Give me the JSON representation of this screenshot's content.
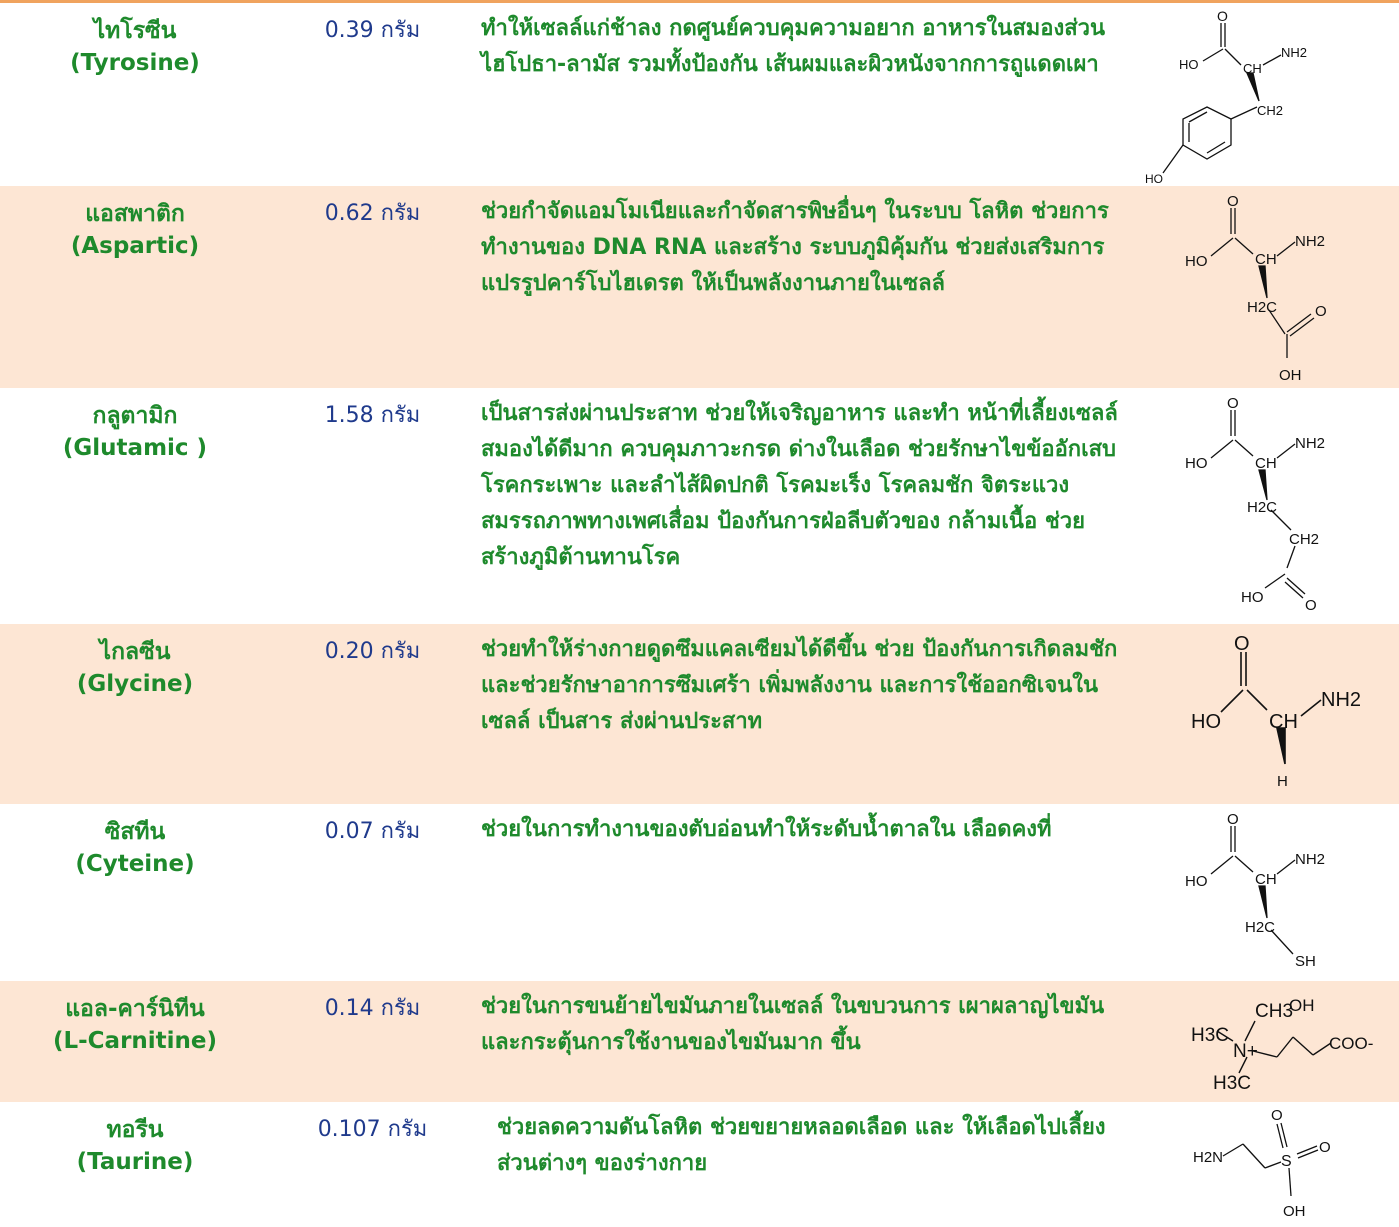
{
  "rows": [
    {
      "thai": "ไทโรซีน",
      "eng": "(Tyrosine)",
      "amount": "0.39 กรัม",
      "desc": "ทำให้เซลล์แก่ช้าลง  กดศูนย์ควบคุมความอยาก อาหารในสมองส่วนไฮโปธา-ลามัส รวมทั้งป้องกัน เส้นผมและผิวหนังจากการถูแดดเผา",
      "structure_icon": "tyrosine-structure-icon"
    },
    {
      "thai": "แอสพาติก",
      "eng": "(Aspartic)",
      "amount": "0.62 กรัม",
      "desc": "ช่วยกำจัดแอมโมเนียและกำจัดสารพิษอื่นๆ ในระบบ โลหิต ช่วยการทำงานของ DNA RNA และสร้าง ระบบภูมิคุ้มกัน ช่วยส่งเสริมการแปรรูปคาร์โบไฮเดรต ให้เป็นพลังงานภายในเซลล์",
      "structure_icon": "aspartic-structure-icon"
    },
    {
      "thai": "กลูตามิก",
      "eng": "(Glutamic )",
      "amount": "1.58 กรัม",
      "desc": "เป็นสารส่งผ่านประสาท ช่วยให้เจริญอาหาร และทำ หน้าที่เลี้ยงเซลล์สมองได้ดีมาก ควบคุมภาวะกรด ด่างในเลือด  ช่วยรักษาไขข้ออักเสบ โรคกระเพาะ และลำไส้ผิดปกติ โรคมะเร็ง โรคลมชัก จิตระแวง สมรรถภาพทางเพศเสื่อม  ป้องกันการฝ่อลีบตัวของ กล้ามเนื้อ  ช่วยสร้างภูมิต้านทานโรค",
      "structure_icon": "glutamic-structure-icon"
    },
    {
      "thai": "ไกลซีน",
      "eng": "(Glycine)",
      "amount": "0.20 กรัม",
      "desc": "ช่วยทำให้ร่างกายดูดซึมแคลเซียมได้ดีขึ้น  ช่วย ป้องกันการเกิดลมชัก  และช่วยรักษาอาการซึมเศร้า เพิ่มพลังงาน  และการใช้ออกซิเจนในเซลล์ เป็นสาร ส่งผ่านประสาท",
      "structure_icon": "glycine-structure-icon"
    },
    {
      "thai": "ซิสทีน",
      "eng": "(Cyteine)",
      "amount": "0.07 กรัม",
      "desc": "ช่วยในการทำงานของตับอ่อนทำให้ระดับน้ำตาลใน เลือดคงที่",
      "structure_icon": "cysteine-structure-icon"
    },
    {
      "thai": "แอล-คาร์นิทีน",
      "eng": "(L-Carnitine)",
      "amount": "0.14 กรัม",
      "desc": "ช่วยในการขนย้ายไขมันภายในเซลล์ ในขบวนการ เผาผลาญไขมัน และกระตุ้นการใช้งานของไขมันมาก ขึ้น",
      "structure_icon": "carnitine-structure-icon"
    },
    {
      "thai": "ทอรีน",
      "eng": "(Taurine)",
      "amount": "0.107 กรัม",
      "desc": "ช่วยลดความดันโลหิต  ช่วยขยายหลอดเลือด และ ให้เลือดไปเลี้ยงส่วนต่างๆ ของร่างกาย",
      "structure_icon": "taurine-structure-icon"
    }
  ],
  "structures": {
    "tyrosine": {
      "o": "O",
      "ho": "HO",
      "nh2": "NH2",
      "ch": "CH",
      "ch2": "CH2",
      "ho_ring": "HO"
    },
    "aspartic": {
      "o": "O",
      "ho": "HO",
      "nh2": "NH2",
      "ch": "CH",
      "h2c": "H2C",
      "o2": "O",
      "oh": "OH"
    },
    "glutamic": {
      "o": "O",
      "ho": "HO",
      "nh2": "NH2",
      "ch": "CH",
      "h2c": "H2C",
      "ch2": "CH2",
      "ho2": "HO",
      "o2": "O"
    },
    "glycine": {
      "o": "O",
      "ho": "HO",
      "nh2": "NH2",
      "ch": "CH",
      "h": "H"
    },
    "cysteine": {
      "o": "O",
      "ho": "HO",
      "nh2": "NH2",
      "ch": "CH",
      "h2c": "H2C",
      "sh": "SH"
    },
    "carnitine": {
      "h3c_top": "H3C",
      "ch3": "CH3",
      "oh": "OH",
      "n": "N+",
      "coo": "COO-",
      "h3c_bot": "H3C"
    },
    "taurine": {
      "h2n": "H2N",
      "o": "O",
      "s": "S",
      "o2": "O",
      "oh": "OH"
    }
  },
  "colors": {
    "name_green": "#1e8a2c",
    "amount_blue": "#1f3a8c",
    "shade": "#fde6d4",
    "top_line": "#f0a35e"
  }
}
